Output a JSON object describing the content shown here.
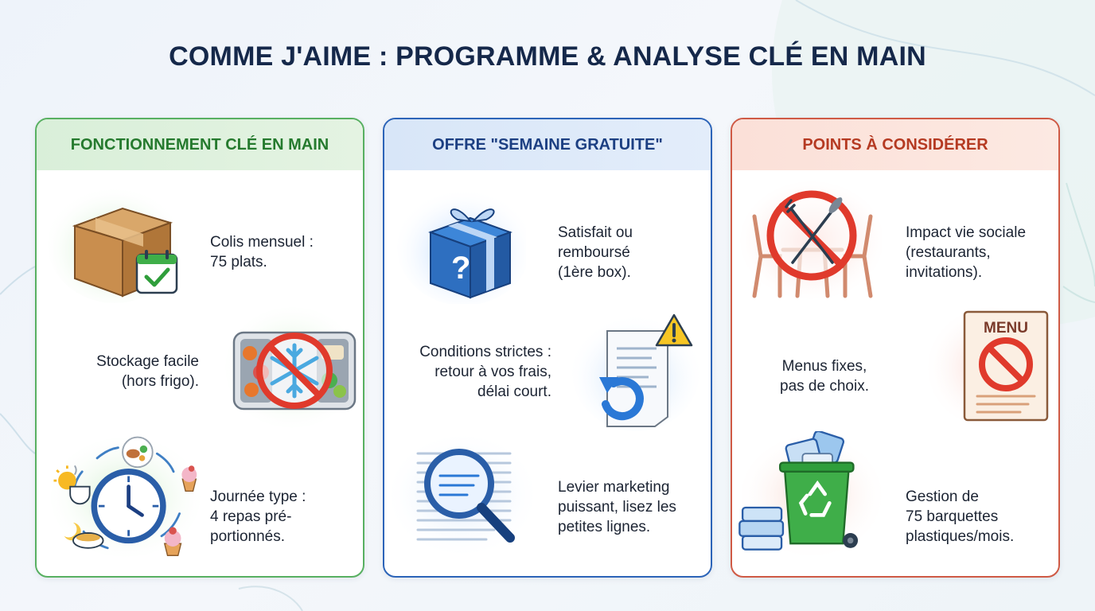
{
  "title": "COMME J'AIME : PROGRAMME & ANALYSE CLÉ EN MAIN",
  "colors": {
    "green": "#58b061",
    "blue": "#2c64b8",
    "red": "#cf5a45",
    "title": "#15284a"
  },
  "panels": [
    {
      "header": "FONCTIONNEMENT CLÉ EN MAIN",
      "items": [
        {
          "icon": "package-calendar-icon",
          "text": "Colis mensuel :\n75 plats."
        },
        {
          "icon": "no-freezer-meal-tray-icon",
          "text": "Stockage facile\n(hors frigo)."
        },
        {
          "icon": "daily-meal-clock-icon",
          "text": "Journée type :\n4 repas pré-\nportionnés."
        }
      ]
    },
    {
      "header": "OFFRE \"SEMAINE GRATUITE\"",
      "items": [
        {
          "icon": "mystery-gift-box-icon",
          "text": "Satisfait ou\nremboursé\n(1ère box)."
        },
        {
          "icon": "document-warning-return-icon",
          "text": "Conditions strictes :\nretour à vos frais,\ndélai court."
        },
        {
          "icon": "magnifier-fine-print-icon",
          "text": "Levier marketing\npuissant, lisez les\npetites lignes."
        }
      ]
    },
    {
      "header": "POINTS À CONSIDÉRER",
      "items": [
        {
          "icon": "no-dining-out-icon",
          "text": "Impact vie sociale\n(restaurants,\ninvitations)."
        },
        {
          "icon": "fixed-menu-forbidden-icon",
          "text": "Menus fixes,\npas de choix.",
          "menu_label": "MENU"
        },
        {
          "icon": "plastic-recycling-bin-icon",
          "text": "Gestion de\n75 barquettes\nplastiques/mois."
        }
      ]
    }
  ]
}
